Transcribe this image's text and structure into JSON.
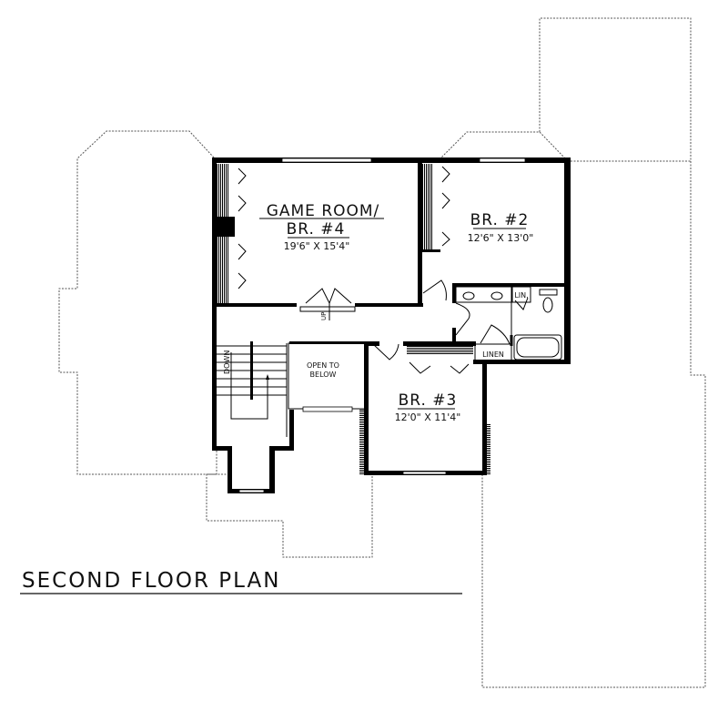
{
  "title": "SECOND FLOOR PLAN",
  "rooms": {
    "game_room": {
      "name_line1": "GAME ROOM/",
      "name_line2": "BR. #4",
      "dimensions": "19'6\" X 15'4\""
    },
    "bedroom2": {
      "name": "BR. #2",
      "dimensions": "12'6\" X 13'0\""
    },
    "bedroom3": {
      "name": "BR. #3",
      "dimensions": "12'0\" X 11'4\""
    },
    "open_to_below": {
      "line1": "OPEN TO",
      "line2": "BELOW"
    }
  },
  "labels": {
    "stair_down": "DOWN",
    "stair_up": "UP",
    "linen_closet_small": "LIN.",
    "linen_closet": "LINEN"
  },
  "colors": {
    "wall": "#000000",
    "roof_outline": "#555555",
    "background": "#ffffff"
  }
}
